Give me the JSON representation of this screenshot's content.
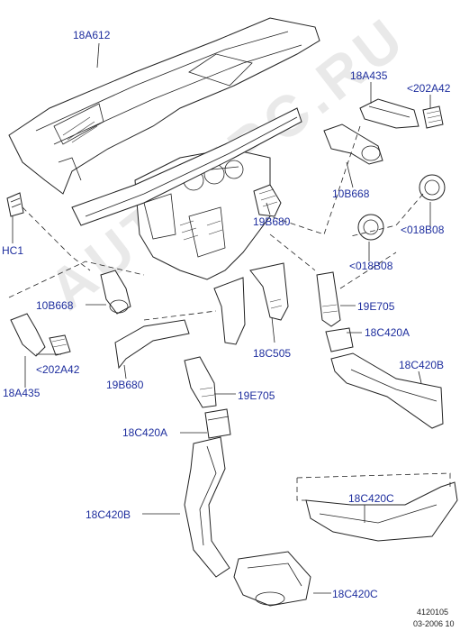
{
  "watermark": "AUTOEPC.RU",
  "labels": {
    "l_18A612": "18A612",
    "l_18A435_top": "18A435",
    "l_202A42_top": "<202A42",
    "l_10B668_right": "10B668",
    "l_19B680_mid": "19B680",
    "l_HC1": "HC1",
    "l_018B08_a": "<018B08",
    "l_018B08_b": "<018B08",
    "l_10B668_left": "10B668",
    "l_19E705_right": "19E705",
    "l_18C420A_right": "18C420A",
    "l_18C505": "18C505",
    "l_202A42_left": "<202A42",
    "l_18A435_left": "18A435",
    "l_19B680_left": "19B680",
    "l_19E705_left": "19E705",
    "l_18C420B_right": "18C420B",
    "l_18C420A_left": "18C420A",
    "l_18C420C_mid": "18C420C",
    "l_18C420B_left": "18C420B",
    "l_18C420C_bottom": "18C420C"
  },
  "footer": {
    "drawing_number": "4120105",
    "date_code": "03-2006 10"
  },
  "colors": {
    "label": "#1e2e9e",
    "line": "#222222",
    "watermark": "#e9e9e9"
  }
}
